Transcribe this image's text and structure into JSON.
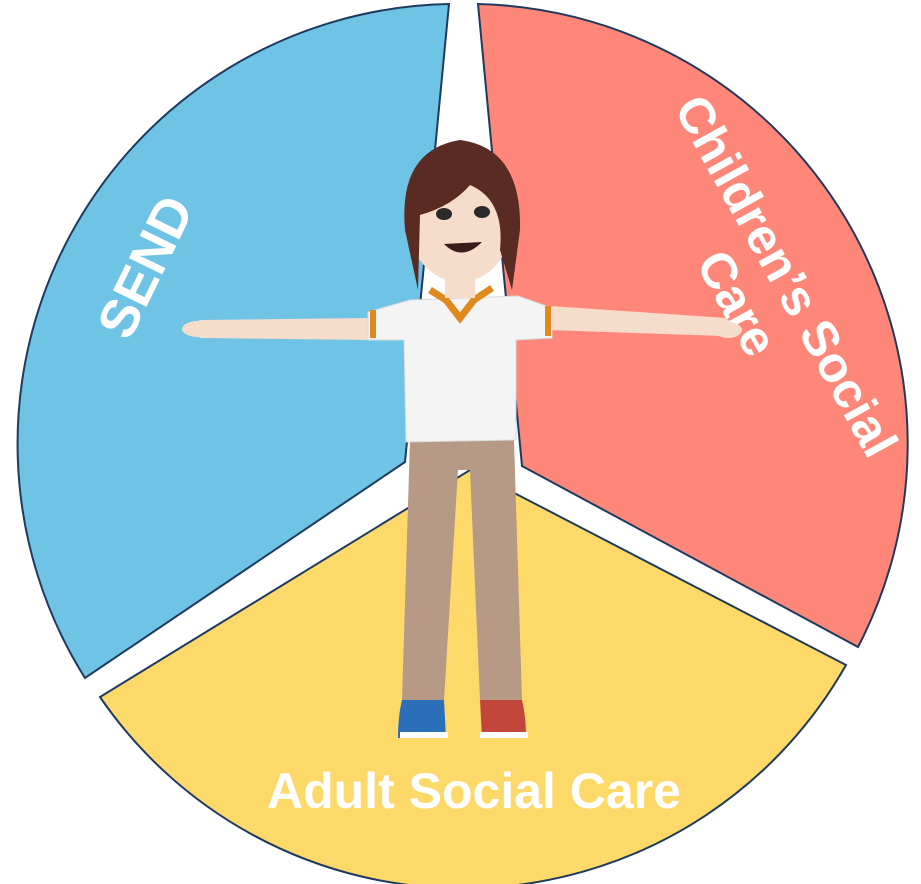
{
  "diagram": {
    "segments": [
      {
        "id": "send",
        "label": "SEND",
        "color": "#6FC4E6"
      },
      {
        "id": "childrens",
        "label_lines": [
          "Children’s Social",
          "Care"
        ],
        "color": "#FF877A"
      },
      {
        "id": "adult",
        "label": "Adult Social Care",
        "color": "#FDD96A"
      }
    ],
    "outline_color": "#1E3A5F",
    "figure": {
      "skin": "#F6DCCB",
      "hair": "#5A2B22",
      "shirt": "#F4F4F4",
      "collar_trim": "#E08A1E",
      "pants": "#B69A86",
      "shoe_blue": "#2B6FB8",
      "shoe_red": "#C2473A"
    }
  }
}
